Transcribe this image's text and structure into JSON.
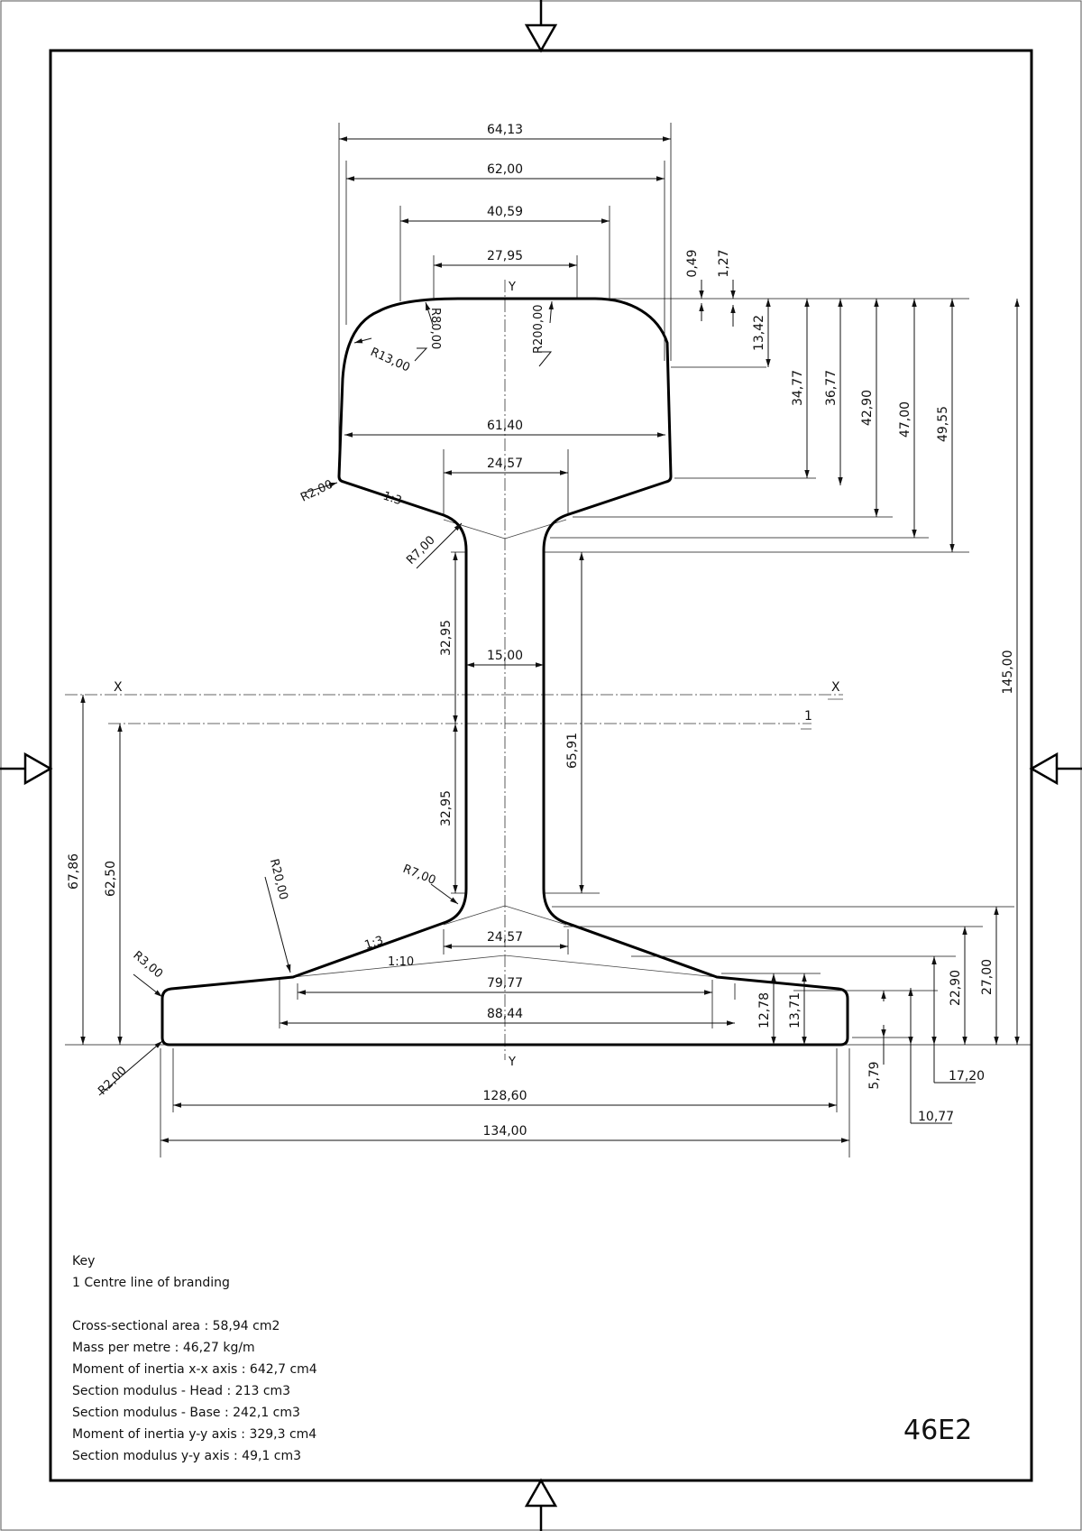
{
  "drawing": {
    "code": "46E2",
    "key": {
      "title": "Key",
      "item_1": "1 Centre line of branding"
    },
    "properties": [
      "Cross-sectional area : 58,94 cm2",
      "Mass per metre : 46,27 kg/m",
      "Moment of inertia x-x axis : 642,7 cm4",
      "Section modulus - Head : 213 cm3",
      "Section modulus - Base : 242,1 cm3",
      "Moment of inertia y-y axis : 329,3 cm4",
      "Section modulus y-y axis : 49,1 cm3"
    ],
    "axis_labels": {
      "x_left": "X",
      "x_right": "X",
      "y_top": "Y",
      "y_bottom": "Y",
      "branding": "1"
    },
    "dimensions": {
      "head_top_width": "64,13",
      "head_width": "62,00",
      "crown_width_1": "40,59",
      "crown_width_2": "27,95",
      "head_width_lower": "61,40",
      "head_neck": "24,57",
      "web": "15,00",
      "foot_neck": "24,57",
      "foot_slope_width": "79,77",
      "foot_width_2": "88,44",
      "foot_width_1": "128,60",
      "foot_width": "134,00",
      "v_049": "0,49",
      "v_127": "1,27",
      "v_1342": "13,42",
      "v_3477": "34,77",
      "v_3677": "36,77",
      "v_4290": "42,90",
      "v_4700": "47,00",
      "v_4955": "49,55",
      "v_145": "145,00",
      "v_3295_top": "32,95",
      "v_3295_bottom": "32,95",
      "v_6591": "65,91",
      "v_6786": "67,86",
      "v_6250": "62,50",
      "v_2700": "27,00",
      "v_2290": "22,90",
      "v_1720": "17,20",
      "v_1077": "10,77",
      "v_579": "5,79",
      "v_1278": "12,78",
      "v_1371": "13,71"
    },
    "radii": {
      "r13": "R13,00",
      "r80": "R80,00",
      "r200": "R200,00",
      "r2_head": "R2,00",
      "r7_head": "R7,00",
      "r7_foot": "R7,00",
      "r20": "R20,00",
      "r3": "R3,00",
      "r2_foot": "R2,00"
    },
    "slopes": {
      "head": "1:3",
      "foot": "1:3",
      "foot_inner": "1:10"
    }
  }
}
